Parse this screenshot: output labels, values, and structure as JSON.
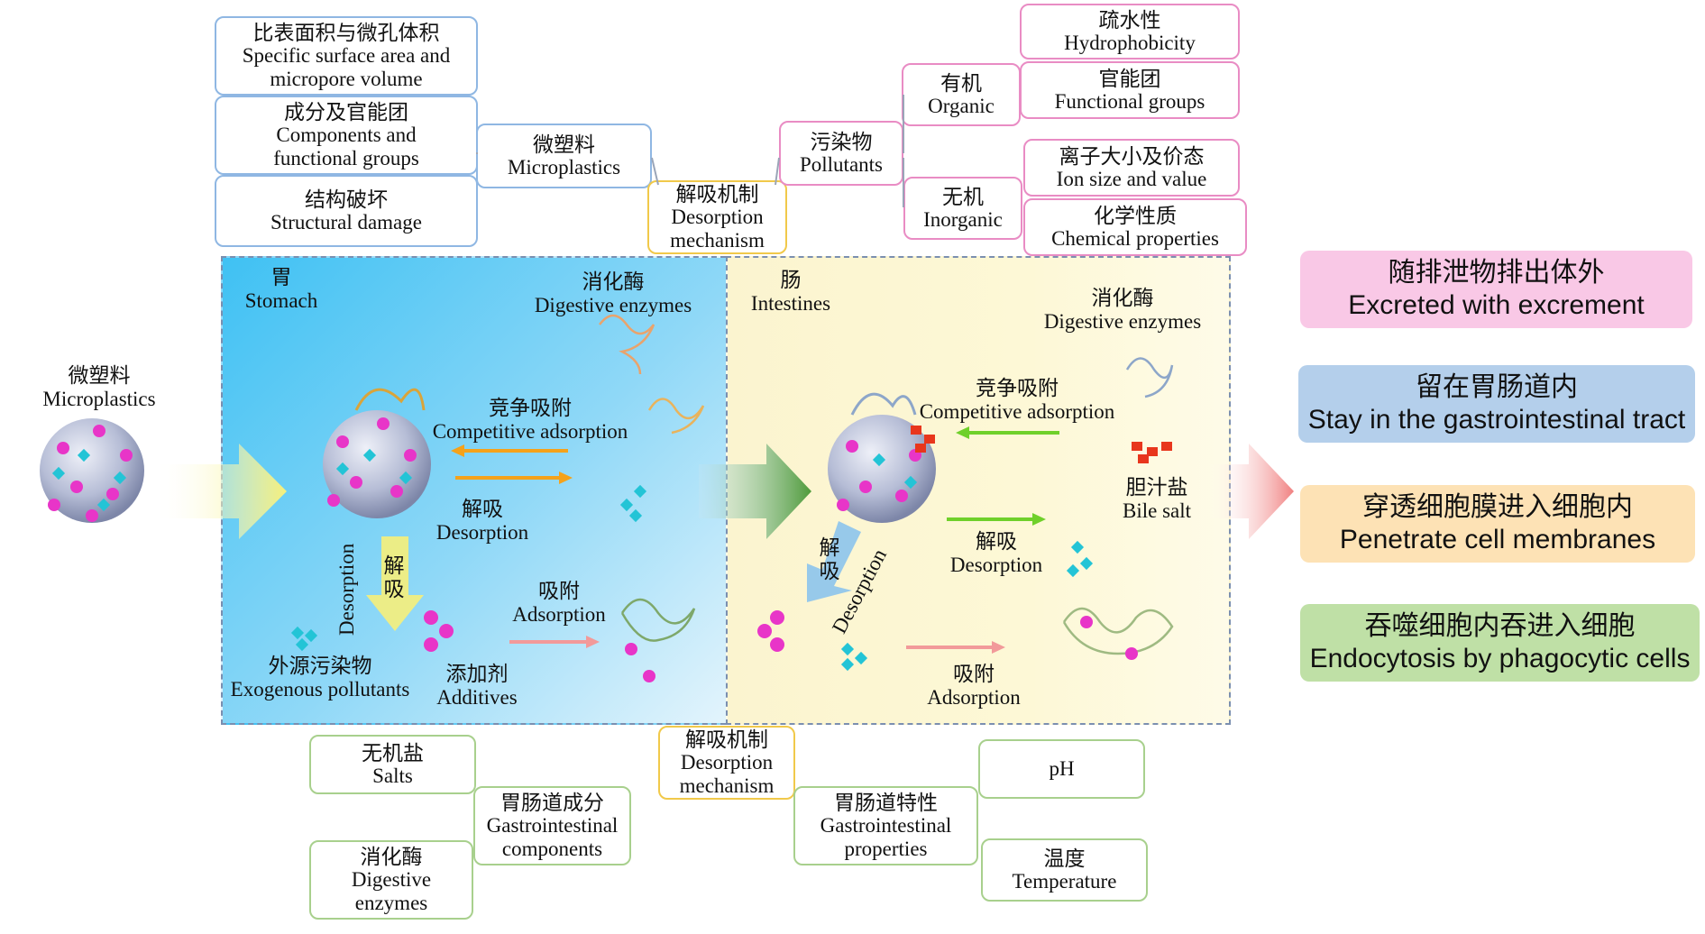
{
  "top_left_boxes": [
    {
      "cn": "比表面积与微孔体积",
      "en1": "Specific surface area and",
      "en2": "micropore volume"
    },
    {
      "cn": "成分及官能团",
      "en1": "Components and",
      "en2": "functional groups"
    },
    {
      "cn": "结构破坏",
      "en1": "Structural damage",
      "en2": ""
    }
  ],
  "microplastics_box": {
    "cn": "微塑料",
    "en": "Microplastics"
  },
  "desorption_top": {
    "cn": "解吸机制",
    "en1": "Desorption",
    "en2": "mechanism"
  },
  "pollutants_box": {
    "cn": "污染物",
    "en": "Pollutants"
  },
  "organic_box": {
    "cn": "有机",
    "en": "Organic"
  },
  "inorganic_box": {
    "cn": "无机",
    "en": "Inorganic"
  },
  "top_right_boxes": [
    {
      "cn": "疏水性",
      "en": "Hydrophobicity"
    },
    {
      "cn": "官能团",
      "en": "Functional groups"
    },
    {
      "cn": "离子大小及价态",
      "en": "Ion size and value"
    },
    {
      "cn": "化学性质",
      "en": "Chemical properties"
    }
  ],
  "left_particle": {
    "cn": "微塑料",
    "en": "Microplastics"
  },
  "stomach": {
    "title_cn": "胃",
    "title_en": "Stomach",
    "enzymes_cn": "消化酶",
    "enzymes_en": "Digestive enzymes",
    "competitive_cn": "竞争吸附",
    "competitive_en": "Competitive adsorption",
    "desorption_cn": "解吸",
    "desorption_en": "Desorption",
    "vertical_en": "Desorption",
    "vertical_cn": "解吸",
    "exogenous_cn": "外源污染物",
    "exogenous_en": "Exogenous pollutants",
    "additives_cn": "添加剂",
    "additives_en": "Additives",
    "adsorption_cn": "吸附",
    "adsorption_en": "Adsorption"
  },
  "intestines": {
    "title_cn": "肠",
    "title_en": "Intestines",
    "enzymes_cn": "消化酶",
    "enzymes_en": "Digestive enzymes",
    "competitive_cn": "竞争吸附",
    "competitive_en": "Competitive adsorption",
    "bile_cn": "胆汁盐",
    "bile_en": "Bile salt",
    "desorption_cn": "解吸",
    "desorption_en": "Desorption",
    "diag_cn": "解吸",
    "diag_en": "Desorption",
    "adsorption_cn": "吸附",
    "adsorption_en": "Adsorption"
  },
  "outcomes": [
    {
      "cn": "随排泄物排出体外",
      "en": "Excreted with excrement",
      "color": "#f9c8e6"
    },
    {
      "cn": "留在胃肠道内",
      "en": "Stay in the gastrointestinal tract",
      "color": "#b4cfeb"
    },
    {
      "cn": "穿透细胞膜进入细胞内",
      "en": "Penetrate cell membranes",
      "color": "#fde2b5"
    },
    {
      "cn": "吞噬细胞内吞进入细胞",
      "en": "Endocytosis by phagocytic cells",
      "color": "#bfe0a6"
    }
  ],
  "bottom": {
    "salts": {
      "cn": "无机盐",
      "en": "Salts"
    },
    "gi_components": {
      "cn": "胃肠道成分",
      "en1": "Gastrointestinal",
      "en2": "components"
    },
    "enzymes": {
      "cn": "消化酶",
      "en1": "Digestive",
      "en2": "enzymes"
    },
    "desorption": {
      "cn": "解吸机制",
      "en1": "Desorption",
      "en2": "mechanism"
    },
    "gi_properties": {
      "cn": "胃肠道特性",
      "en1": "Gastrointestinal",
      "en2": "properties"
    },
    "ph": {
      "en": "pH"
    },
    "temperature": {
      "cn": "温度",
      "en": "Temperature"
    }
  },
  "colors": {
    "stomach_bg": "#5bc8f5",
    "intestine_bg": "#fdf6c4",
    "pink_border": "#e98cc4",
    "blue_border": "#8fb7e3",
    "green_border": "#a8d08d",
    "yellow_border": "#f1c94a",
    "particle_pink": "#e835c8",
    "particle_cyan": "#23c4d6"
  }
}
